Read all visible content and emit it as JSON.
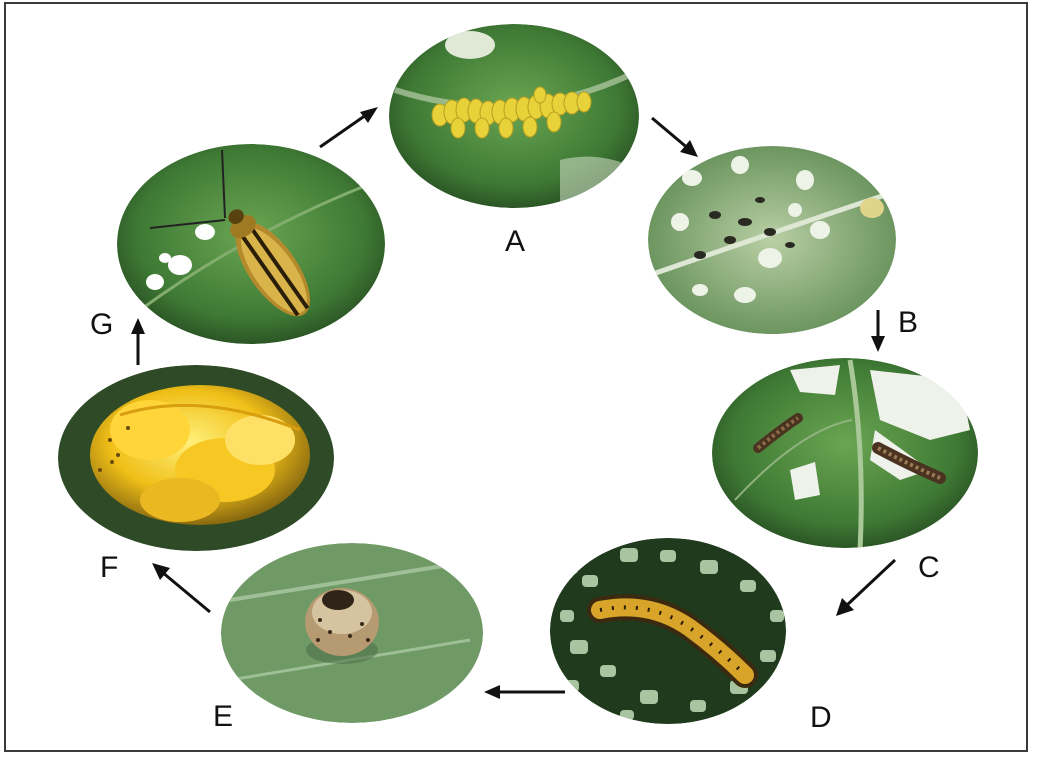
{
  "stages": [
    {
      "id": "A",
      "label": "A",
      "desc": "egg-cluster"
    },
    {
      "id": "B",
      "label": "B",
      "desc": "young-larvae"
    },
    {
      "id": "C",
      "label": "C",
      "desc": "larvae"
    },
    {
      "id": "D",
      "label": "D",
      "desc": "mature-larva"
    },
    {
      "id": "E",
      "label": "E",
      "desc": "pupa"
    },
    {
      "id": "F",
      "label": "F",
      "desc": "overwintering-cluster"
    },
    {
      "id": "G",
      "label": "G",
      "desc": "adult-beetle"
    }
  ],
  "colors": {
    "leaf_dark": "#2f5e2a",
    "leaf_mid": "#4d8a3e",
    "leaf_light": "#9fc07f",
    "egg": "#e8d23a",
    "larva": "#6b4a2a",
    "adult": "#c9a23a",
    "pupa_yellow": "#f2c51c",
    "arrow": "#111111",
    "frame": "#3a3a3a"
  }
}
